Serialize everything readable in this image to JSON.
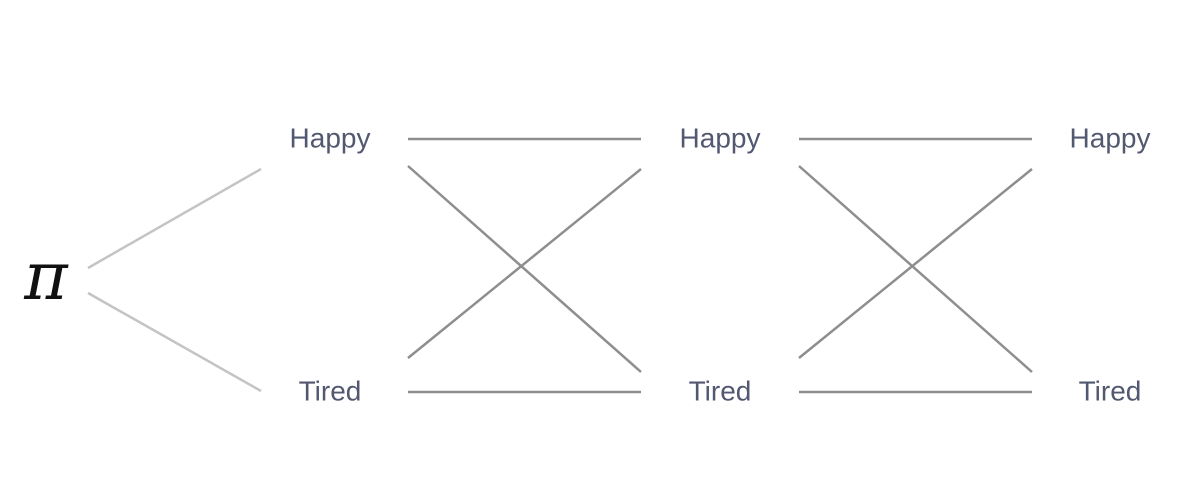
{
  "initial": {
    "symbol": "π"
  },
  "columns": [
    {
      "states": [
        "Happy",
        "Tired"
      ]
    },
    {
      "states": [
        "Happy",
        "Tired"
      ]
    },
    {
      "states": [
        "Happy",
        "Tired"
      ]
    }
  ],
  "colors": {
    "label": "#525870",
    "initial_edge": "#c4c4c4",
    "transition_edge": "#8e8e8e",
    "symbol": "#111111"
  }
}
